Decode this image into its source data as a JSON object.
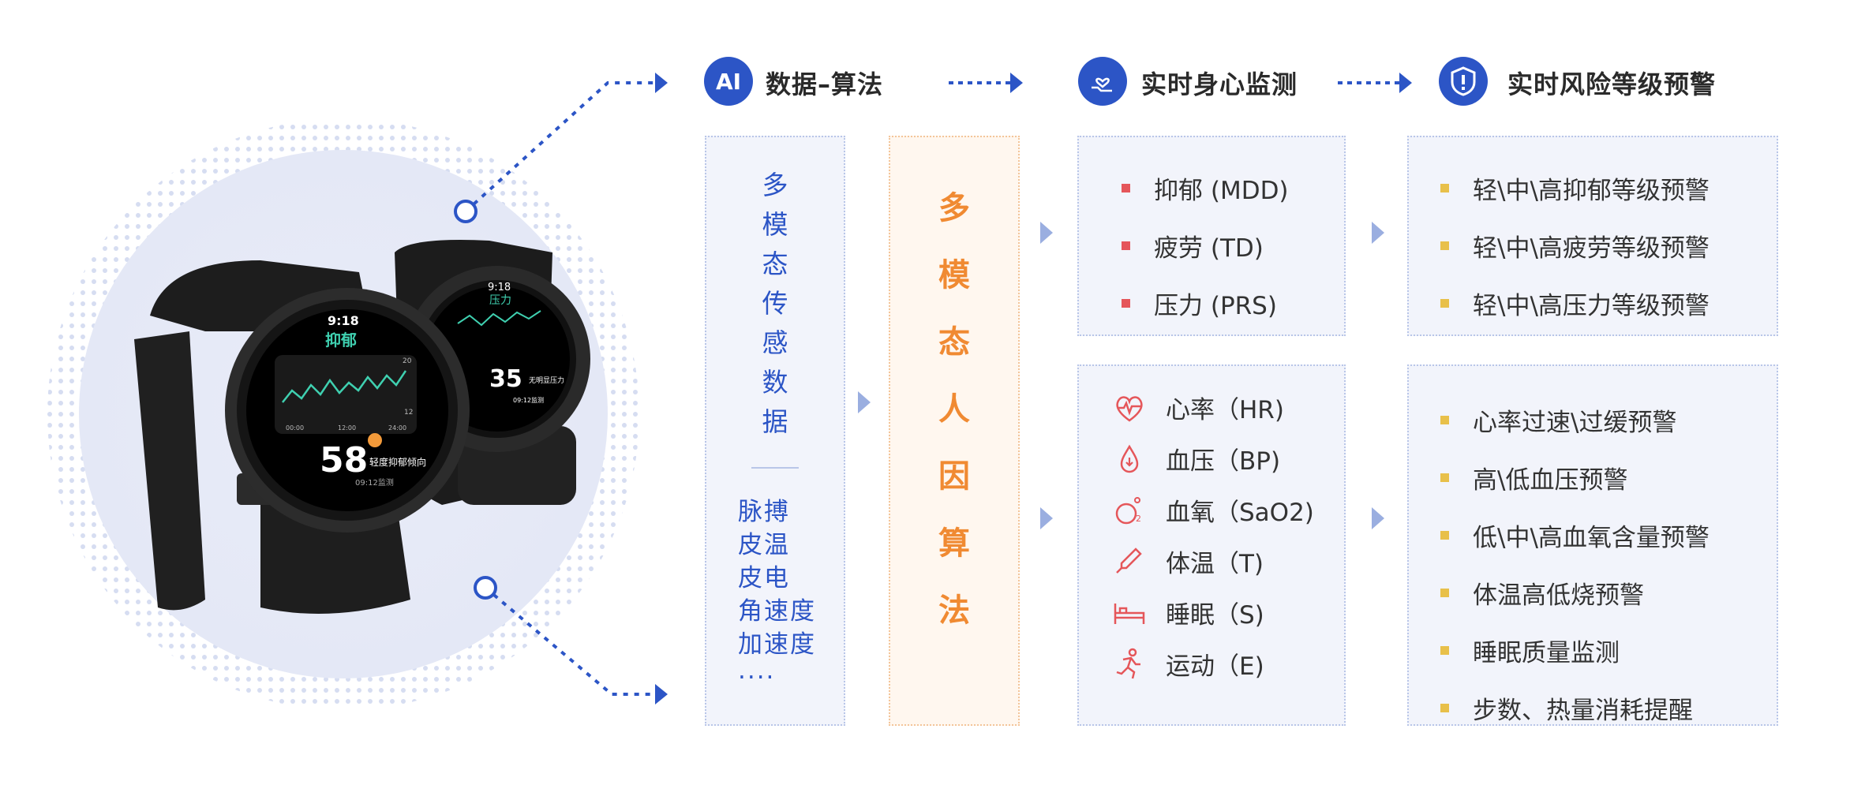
{
  "colors": {
    "brand_blue": "#2c55c6",
    "accent_orange": "#f08a32",
    "bullet_red": "#e5565a",
    "bullet_yellow": "#e8c04a",
    "box_bg": "#f2f4fb",
    "box_border": "#b9c6e8"
  },
  "watch_large": {
    "time": "9:18",
    "title": "抑郁",
    "value": "58",
    "status": "轻度抑郁倾向",
    "footer": "09:12监测",
    "axis_max": "20",
    "axis_min": "12",
    "t0": "00:00",
    "t1": "12:00",
    "t2": "24:00"
  },
  "watch_small": {
    "time": "9:18",
    "title": "压力",
    "value": "35",
    "status": "无明显压力",
    "footer": "09:12监测"
  },
  "header": {
    "ai_badge": "AI",
    "step1": "数据–算法",
    "step2": "实时身心监测",
    "step3": "实时风险等级预警",
    "icon2": "heart-hand-icon",
    "icon3": "shield-alert-icon"
  },
  "sensor": {
    "title_chars": [
      "多",
      "模",
      "态",
      "传",
      "感",
      "数",
      "据"
    ],
    "signals": [
      "脉搏",
      "皮温",
      "皮电",
      "角速度",
      "加速度",
      "····"
    ]
  },
  "algorithm": {
    "chars": [
      "多",
      "模",
      "态",
      "人",
      "因",
      "算",
      "法"
    ]
  },
  "mental": {
    "items": [
      "抑郁 (MDD)",
      "疲劳 (TD)",
      "压力 (PRS)"
    ]
  },
  "physical": {
    "items": [
      {
        "label": "心率（HR)",
        "icon": "heart-rate-icon"
      },
      {
        "label": "血压（BP)",
        "icon": "blood-drop-icon"
      },
      {
        "label": "血氧（SaO2)",
        "icon": "oxygen-icon"
      },
      {
        "label": "体温（T)",
        "icon": "thermometer-icon"
      },
      {
        "label": "睡眠（S)",
        "icon": "bed-icon"
      },
      {
        "label": "运动（E)",
        "icon": "running-icon"
      }
    ]
  },
  "mental_alerts": {
    "items": [
      "轻\\中\\高抑郁等级预警",
      "轻\\中\\高疲劳等级预警",
      "轻\\中\\高压力等级预警"
    ]
  },
  "physical_alerts": {
    "items": [
      "心率过速\\过缓预警",
      "高\\低血压预警",
      "低\\中\\高血氧含量预警",
      "体温高低烧预警",
      "睡眠质量监测",
      "步数、热量消耗提醒"
    ]
  }
}
